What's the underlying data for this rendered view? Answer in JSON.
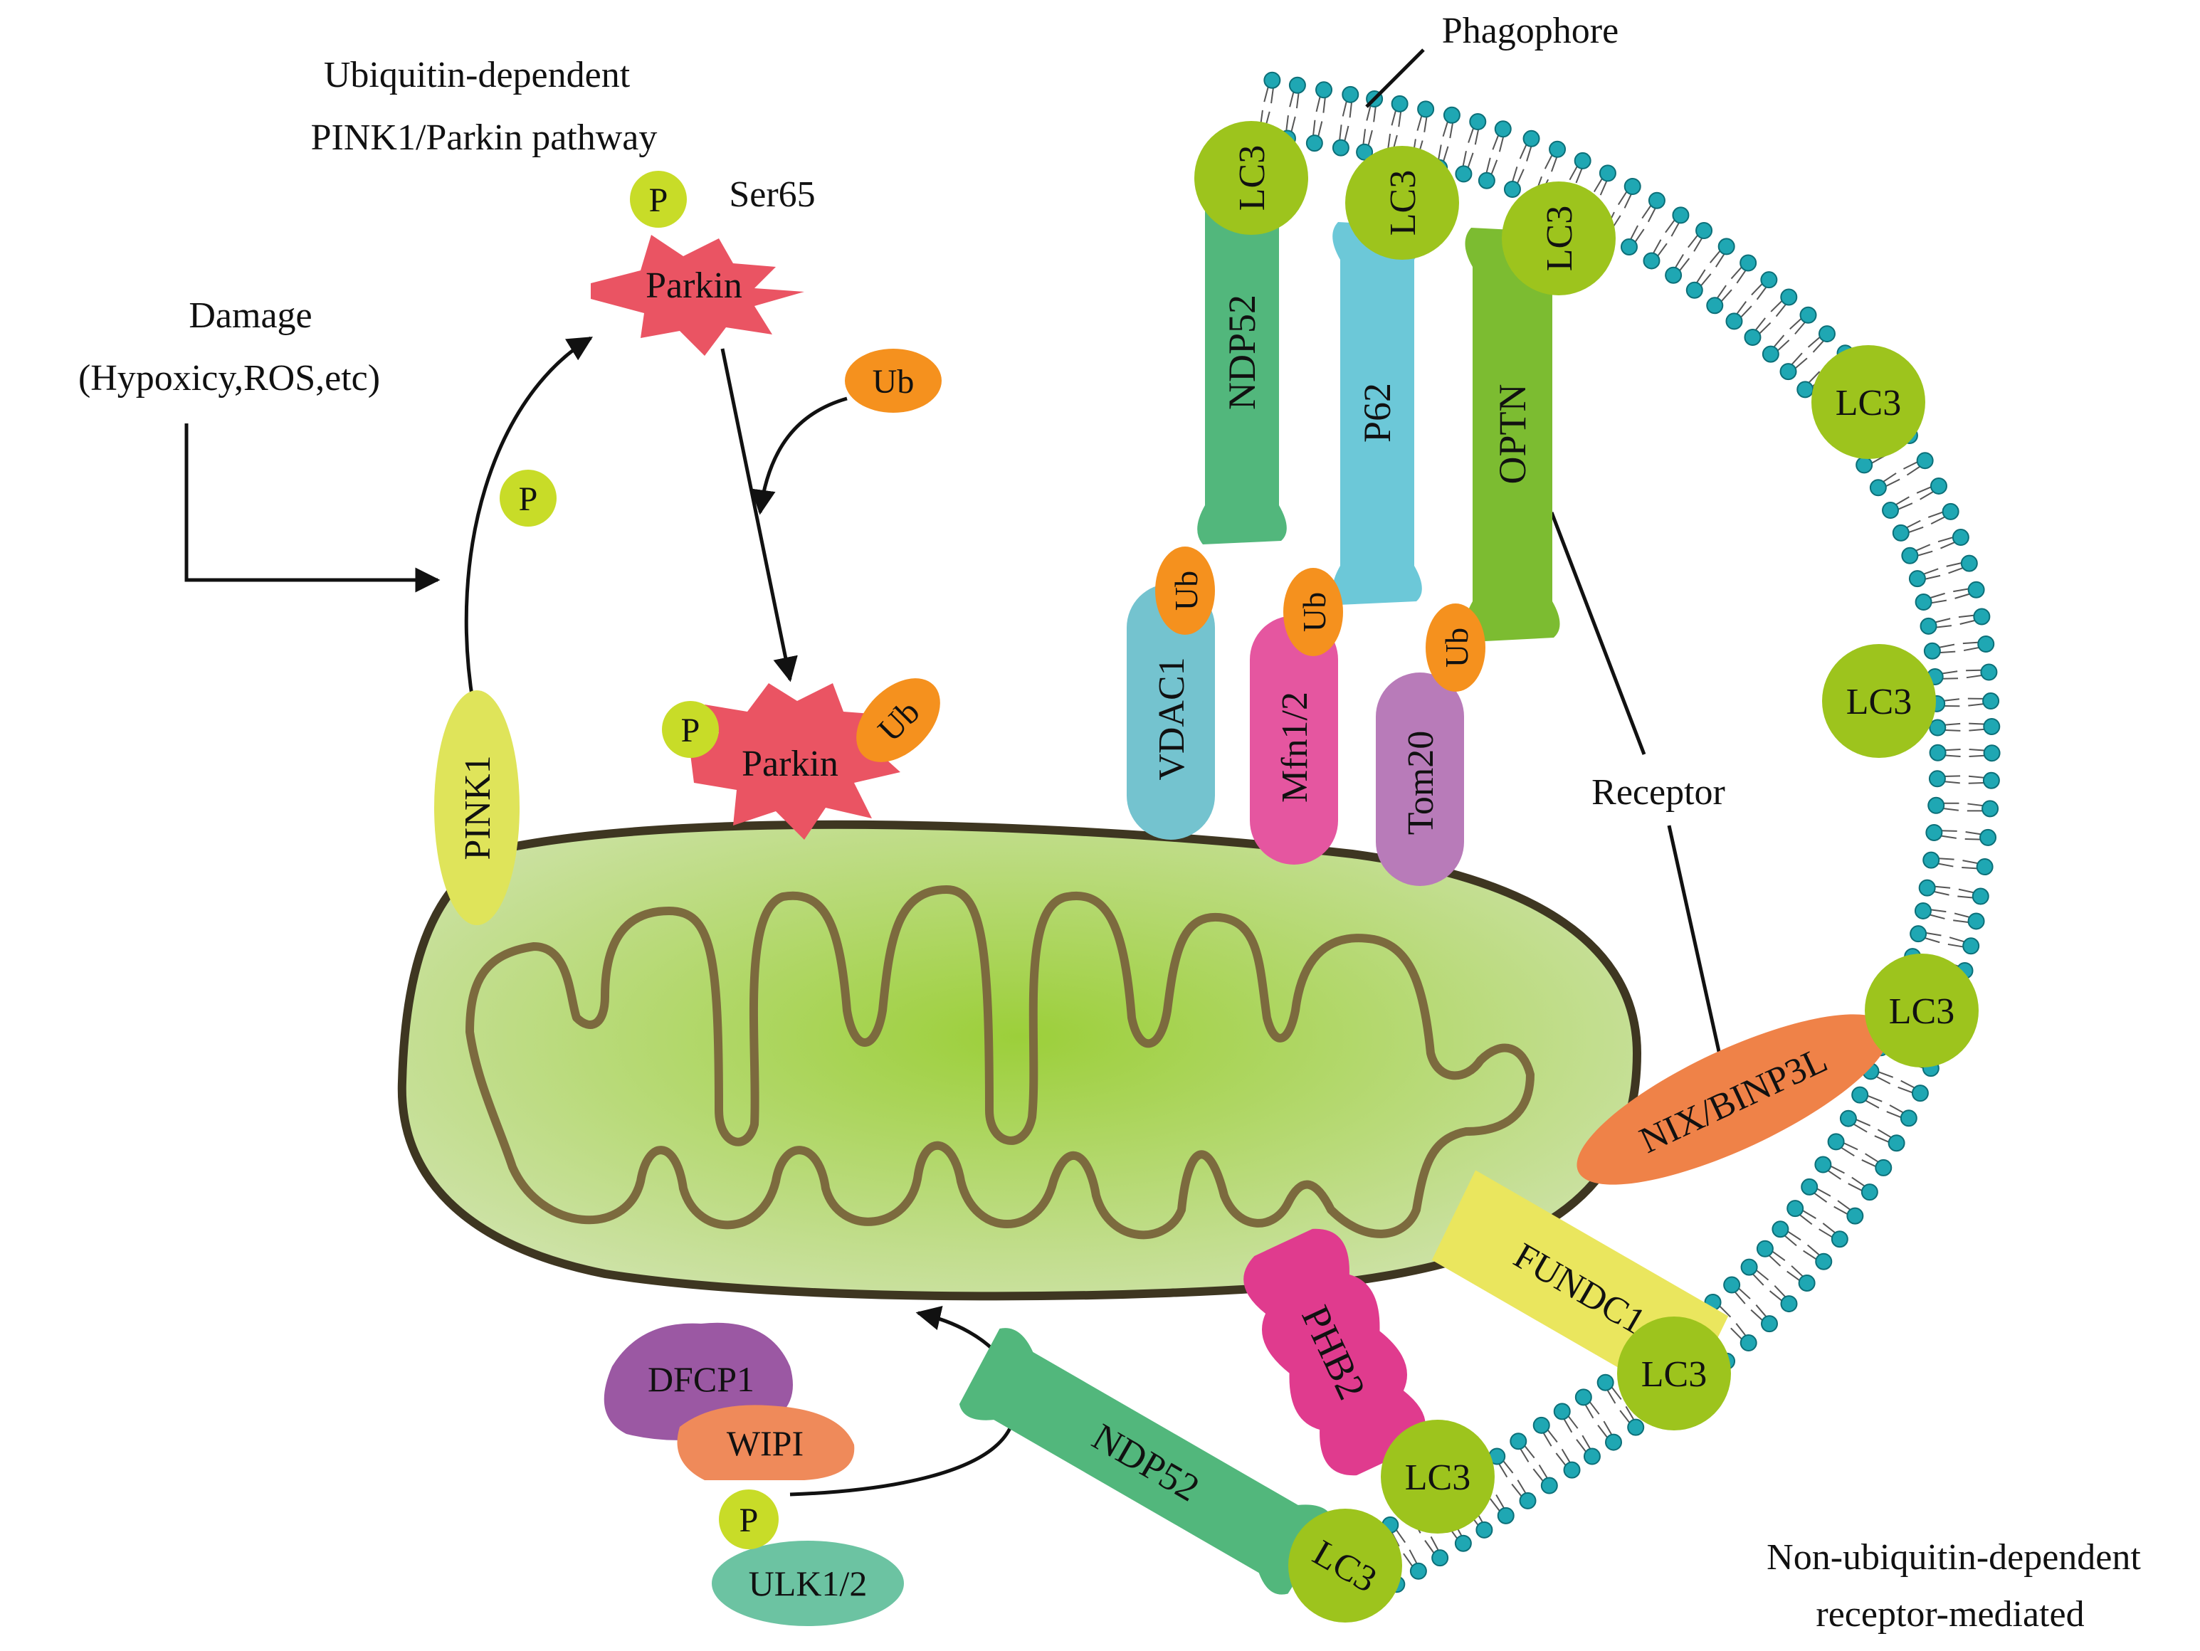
{
  "titles": {
    "ubiquitin_line1": "Ubiquitin-dependent",
    "ubiquitin_line2": "PINK1/Parkin pathway",
    "damage_line1": "Damage",
    "damage_line2": "(Hypoxicy,ROS,etc)",
    "phagophore": "Phagophore",
    "receptor": "Receptor",
    "nonubiq_line1": "Non-ubiquitin-dependent",
    "nonubiq_line2": "receptor-mediated"
  },
  "labels": {
    "parkin": "Parkin",
    "ser65": "Ser65",
    "ub": "Ub",
    "p": "P",
    "lc3": "LC3",
    "pink1": "PINK1",
    "ndp52": "NDP52",
    "p62": "P62",
    "optn": "OPTN",
    "vdac1": "VDAC1",
    "mfn12": "Mfn1/2",
    "tom20": "Tom20",
    "nix": "NIX/BINP3L",
    "fundc1": "FUNDC1",
    "phb2": "PHB2",
    "dfcp1": "DFCP1",
    "wipi": "WIPI",
    "ulk12": "ULK1/2"
  },
  "colors": {
    "lc3": "#9dc41d",
    "p_yellow": "#c8dc28",
    "ub": "#f5911e",
    "parkin": "#ea5463",
    "pink1": "#dfe45a",
    "ndp52": "#52b77c",
    "p62": "#6cc8d8",
    "optn": "#7cbc31",
    "vdac1": "#74c3cf",
    "mfn12": "#e556a0",
    "tom20": "#b87bb9",
    "nix": "#ef8248",
    "fundc1": "#eae65e",
    "phb2": "#e03b8e",
    "dfcp1": "#9b58a3",
    "wipi": "#ef8a5a",
    "ulk12": "#6cc3a2",
    "mito_fill": "#c1db8e",
    "mito_outline": "#3e3621",
    "cristae": "#7c6a3e",
    "membrane": "#1fa7b3"
  }
}
